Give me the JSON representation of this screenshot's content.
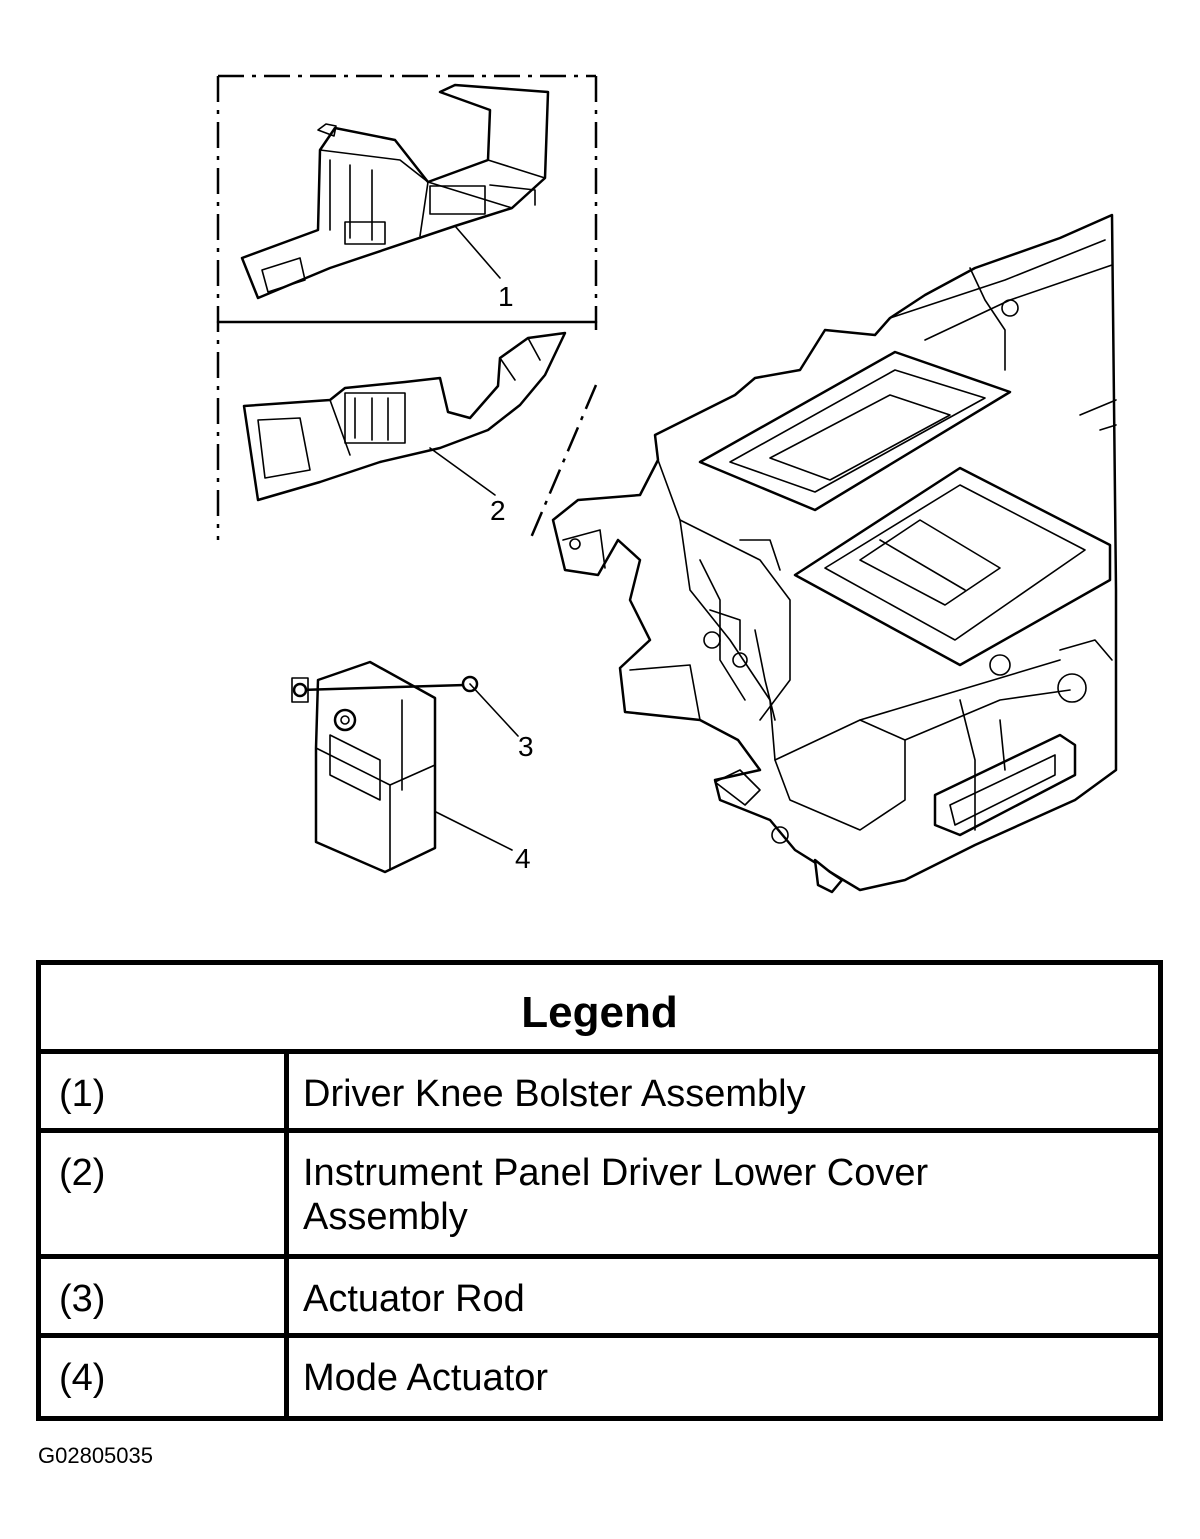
{
  "callouts": [
    "1",
    "2",
    "3",
    "4"
  ],
  "legend": {
    "title": "Legend",
    "rows": [
      {
        "key": "(1)",
        "description": "Driver Knee Bolster Assembly"
      },
      {
        "key": "(2)",
        "description": "Instrument Panel Driver Lower Cover Assembly"
      },
      {
        "key": "(3)",
        "description": "Actuator Rod"
      },
      {
        "key": "(4)",
        "description": "Mode Actuator"
      }
    ]
  },
  "figure_id": "G02805035"
}
